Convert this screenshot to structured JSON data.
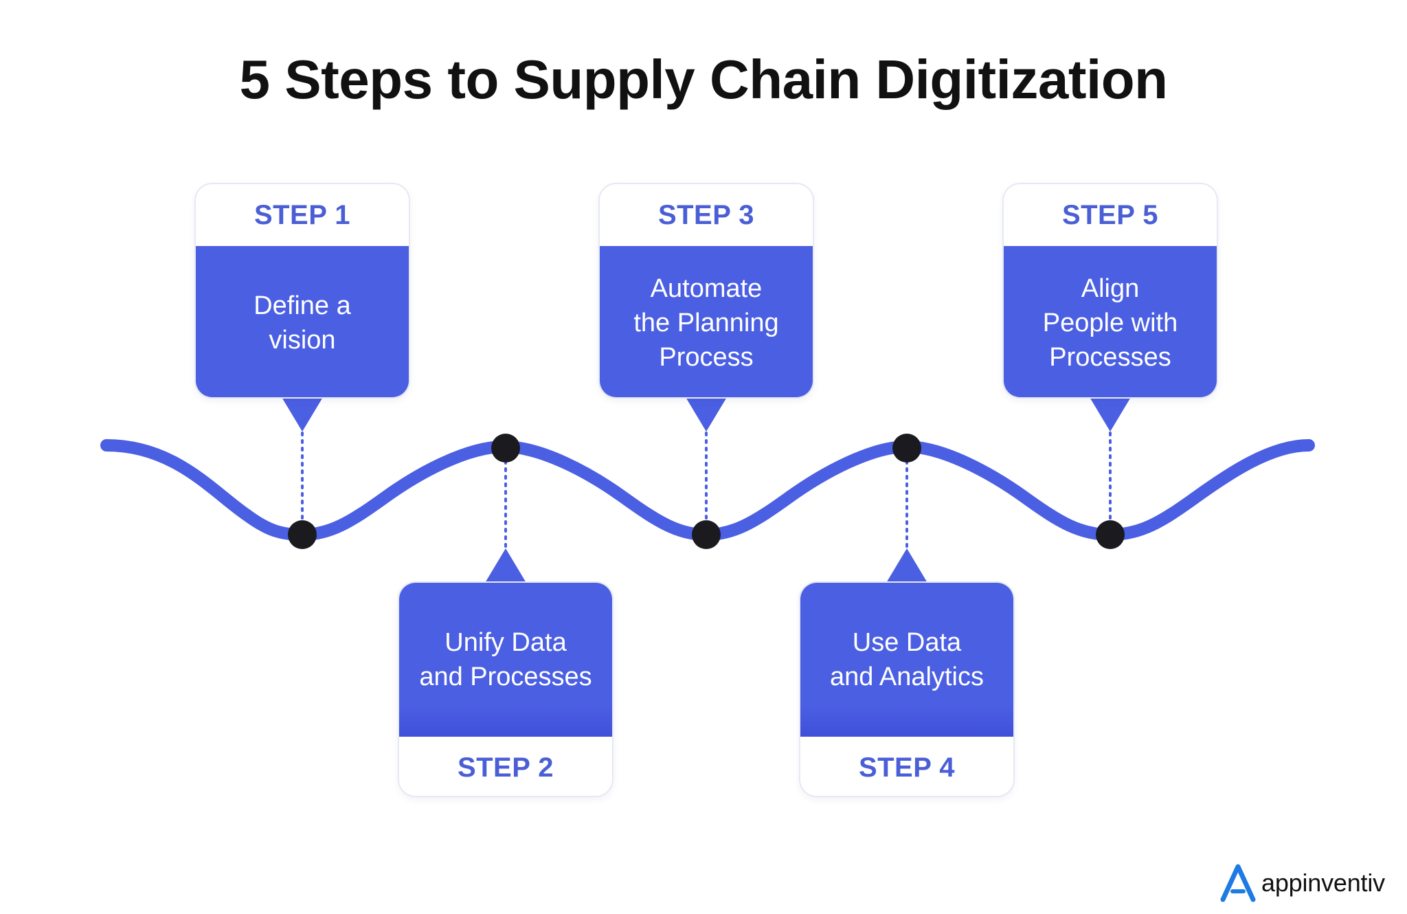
{
  "title": "5 Steps to Supply Chain Digitization",
  "steps": [
    {
      "label": "STEP 1",
      "text": "Define a\nvision",
      "position": "above"
    },
    {
      "label": "STEP 2",
      "text": "Unify Data\nand Processes",
      "position": "below"
    },
    {
      "label": "STEP 3",
      "text": "Automate\nthe Planning\nProcess",
      "position": "above"
    },
    {
      "label": "STEP 4",
      "text": "Use Data\nand Analytics",
      "position": "below"
    },
    {
      "label": "STEP 5",
      "text": "Align\nPeople with\nProcesses",
      "position": "above"
    }
  ],
  "brand": {
    "name": "appinventiv",
    "color": "#1e7be3"
  },
  "colors": {
    "accent": "#4b5fe3",
    "label": "#4a5ed6",
    "dot": "#1b1b1f"
  }
}
